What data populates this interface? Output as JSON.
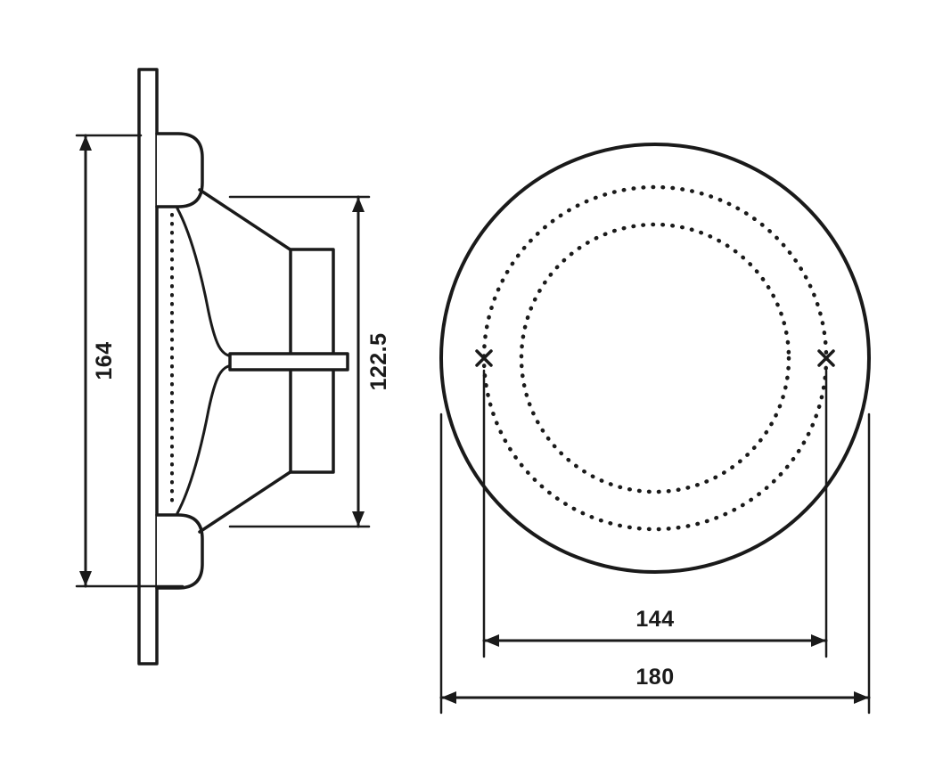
{
  "drawing": {
    "background_color": "#ffffff",
    "line_color": "#1a1a1a",
    "side_view": {
      "overall_height_label": "164",
      "body_height_label": "122.5"
    },
    "front_view": {
      "hole_spacing_label": "144",
      "outer_diameter_label": "180"
    }
  }
}
